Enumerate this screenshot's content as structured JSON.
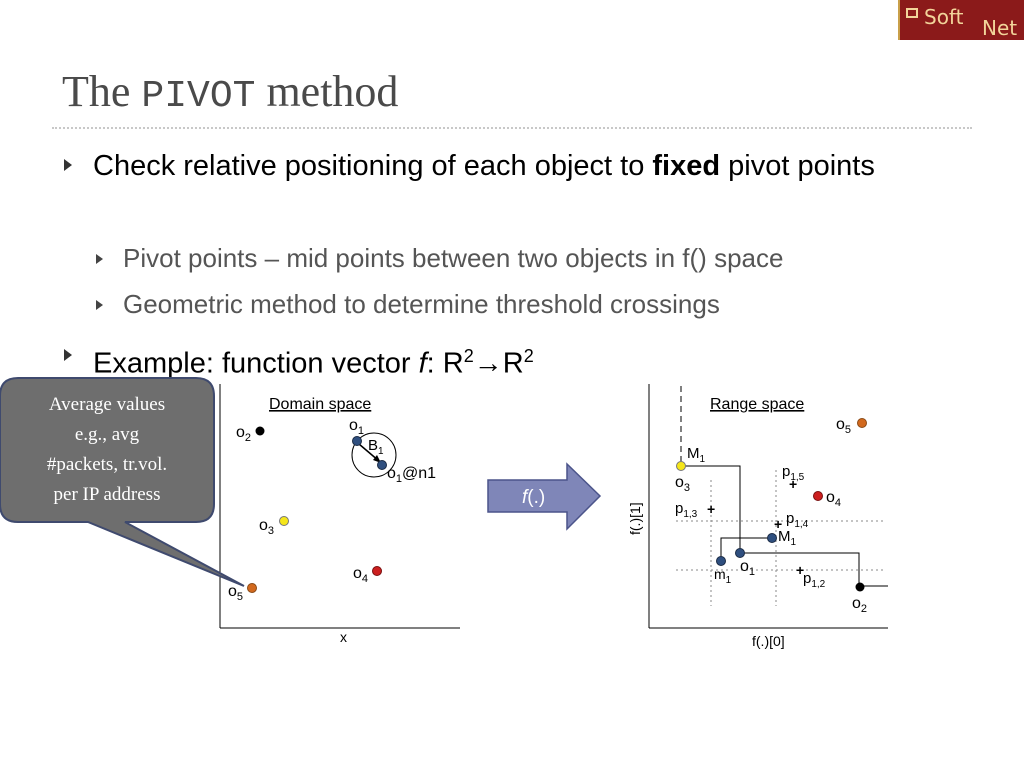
{
  "logo": {
    "text_soft": "Soft",
    "text_net": "Net"
  },
  "title": {
    "pre": "The ",
    "mono": "PIVOT",
    "post": " method"
  },
  "bullets": {
    "b1": {
      "pre": "Check relative positioning of each object to ",
      "bold": "fixed",
      "post": " pivot points"
    },
    "b1_sub1": "Pivot points – mid points between two objects in f() space",
    "b1_sub2": "Geometric method to determine threshold crossings",
    "b2": {
      "pre": "Example: function vector ",
      "italic": "f",
      "post": ": R",
      "sup1": "2",
      "arrow": "→",
      "r2": "R",
      "sup2": "2"
    }
  },
  "callout": {
    "lines": [
      "Average values",
      "e.g., avg",
      "#packets, tr.vol.",
      "per IP address"
    ]
  },
  "domain": {
    "title": "Domain space",
    "xlabel": "x",
    "o1": "o",
    "o1_sub": "1",
    "o2": "o",
    "o2_sub": "2",
    "o3": "o",
    "o3_sub": "3",
    "o4": "o",
    "o4_sub": "4",
    "o5": "o",
    "o5_sub": "5",
    "b1": "B",
    "b1_sub": "1",
    "o1n1_pre": "o",
    "o1n1_sub": "1",
    "o1n1_post": "@n1"
  },
  "mapping": {
    "f_label": "f",
    "f_args": "(.)"
  },
  "range": {
    "title": "Range space",
    "xlabel": "f(.)[0]",
    "ylabel": "f(.)[1]",
    "M1": "M",
    "M1_sub": "1",
    "M1b": "M",
    "M1b_sub": "1",
    "m1": "m",
    "m1_sub": "1",
    "o1": "o",
    "o1_sub": "1",
    "o2": "o",
    "o2_sub": "2",
    "o3": "o",
    "o3_sub": "3",
    "o4": "o",
    "o4_sub": "4",
    "o5": "o",
    "o5_sub": "5",
    "p12": "p",
    "p12_sub": "1,2",
    "p13": "p",
    "p13_sub": "1,3",
    "p14": "p",
    "p14_sub": "1,4",
    "p15": "p",
    "p15_sub": "1,5"
  },
  "colors": {
    "blue": "#2f4f7f",
    "orange": "#d2691e",
    "red": "#cc1f1f",
    "yellow": "#f5e61a",
    "black": "#000000",
    "callout": "#6e6e6e",
    "arrow_fill": "#7f86b8"
  }
}
